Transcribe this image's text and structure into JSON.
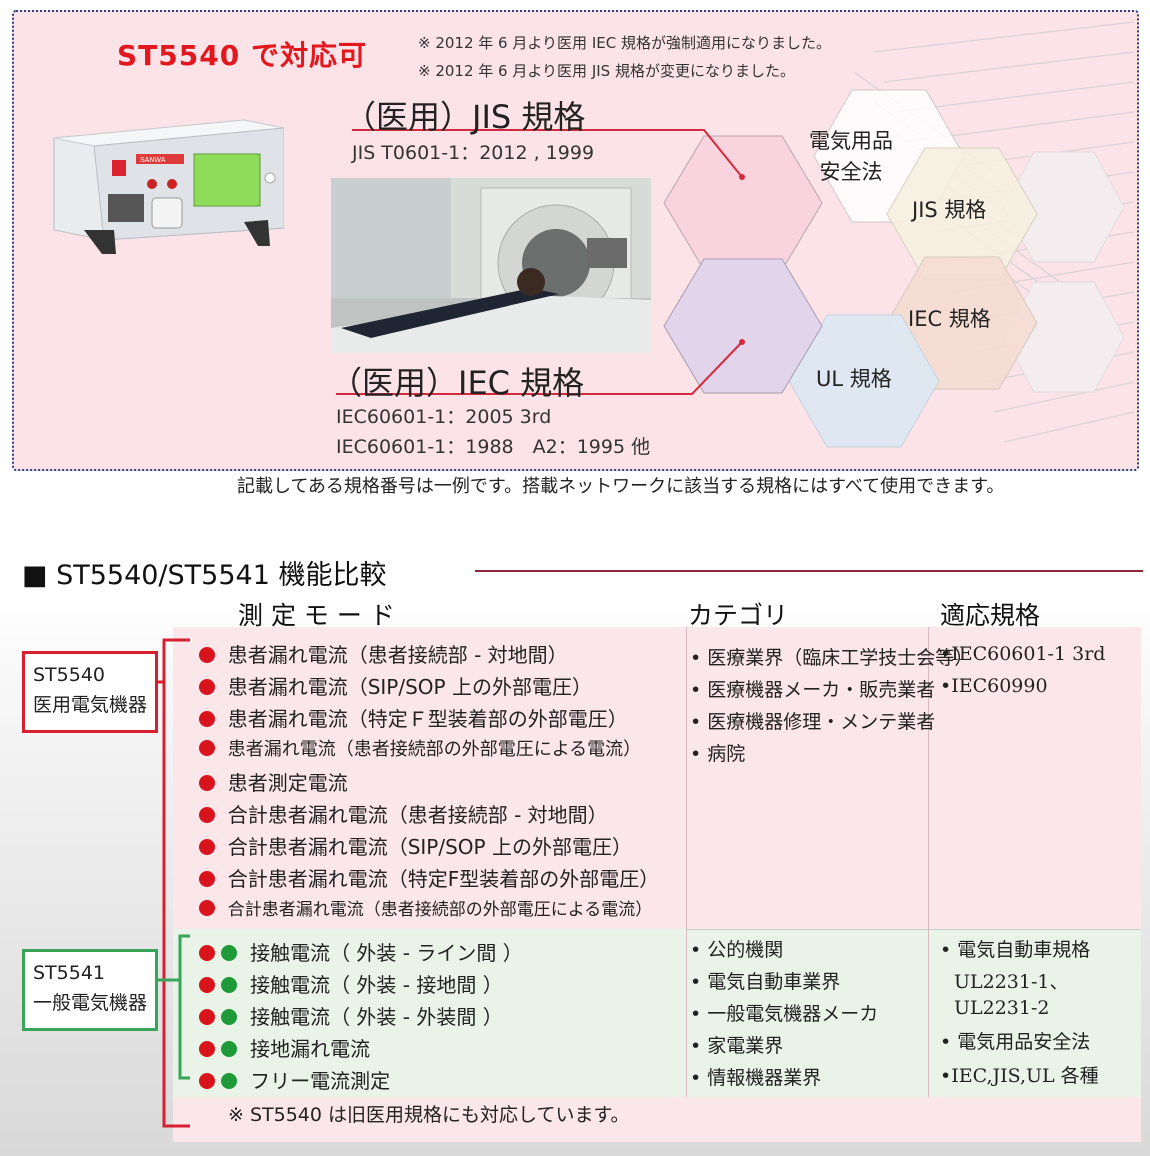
{
  "top": {
    "headline": "ST5540 で対応可",
    "note1": "※ 2012 年 6 月より医用 IEC 規格が強制適用になりました。",
    "note2": "※ 2012 年 6 月より医用 JIS 規格が変更になりました。",
    "jis_title": "（医用）JIS 規格",
    "jis_code": "JIS T0601-1：2012 , 1999",
    "iec_title": "（医用）IEC 規格",
    "iec_code1": "IEC60601-1：2005 3rd",
    "iec_code2": "IEC60601-1：1988　A2：1995 他",
    "hex_labels": {
      "denki_line1": "電気用品",
      "denki_line2": "安全法",
      "jis": "JIS 規格",
      "iec": "IEC 規格",
      "ul": "UL 規格"
    },
    "device_brand": "SANWA",
    "colors": {
      "headline": "#e3171e",
      "panel_bg": "#fbe3e8",
      "border": "#2d3f86"
    }
  },
  "footnote": "記載してある規格番号は一例です。搭載ネットワークに該当する規格にはすべて使用できます。",
  "section": {
    "title": "■ ST5540/ST5541 機能比較",
    "col_mode": "測 定 モ ー ド",
    "col_category": "カテゴリ",
    "col_standard": "適応規格"
  },
  "models": {
    "st5540_name": "ST5540",
    "st5540_desc": "医用電気機器",
    "st5541_name": "ST5541",
    "st5541_desc": "一般電気機器"
  },
  "medical_modes": [
    "患者漏れ電流（患者接続部 - 対地間）",
    "患者漏れ電流（SIP/SOP 上の外部電圧）",
    "患者漏れ電流（特定Ｆ型装着部の外部電圧）",
    "患者漏れ電流（患者接続部の外部電圧による電流）",
    "患者測定電流",
    "合計患者漏れ電流（患者接続部 - 対地間）",
    "合計患者漏れ電流（SIP/SOP 上の外部電圧）",
    "合計患者漏れ電流（特定F型装着部の外部電圧）",
    "合計患者漏れ電流（患者接続部の外部電圧による電流）"
  ],
  "general_modes": [
    "接触電流（ 外装 - ライン間 ）",
    "接触電流（ 外装 - 接地間 ）",
    "接触電流（ 外装 - 外装間 ）",
    "接地漏れ電流",
    "フリー電流測定"
  ],
  "medical_categories": [
    "• 医療業界（臨床工学技士会等）",
    "• 医療機器メーカ・販売業者",
    "• 医療機器修理・メンテ業者",
    "• 病院"
  ],
  "medical_standards": [
    "•IEC60601-1 3rd",
    "•IEC60990"
  ],
  "general_categories": [
    "• 公的機関",
    "• 電気自動車業界",
    "• 一般電気機器メーカ",
    "• 家電業界",
    "• 情報機器業界"
  ],
  "general_standards": [
    "• 電気自動車規格",
    "UL2231-1、",
    "UL2231-2",
    "• 電気用品安全法",
    "•IEC,JIS,UL 各種"
  ],
  "table_note": "※ ST5540 は旧医用規格にも対応しています。",
  "colors": {
    "red_dot": "#d9141c",
    "green_dot": "#1f9a3a",
    "pink_bg": "#fbe6ea",
    "green_bg": "#e9f3e8"
  }
}
